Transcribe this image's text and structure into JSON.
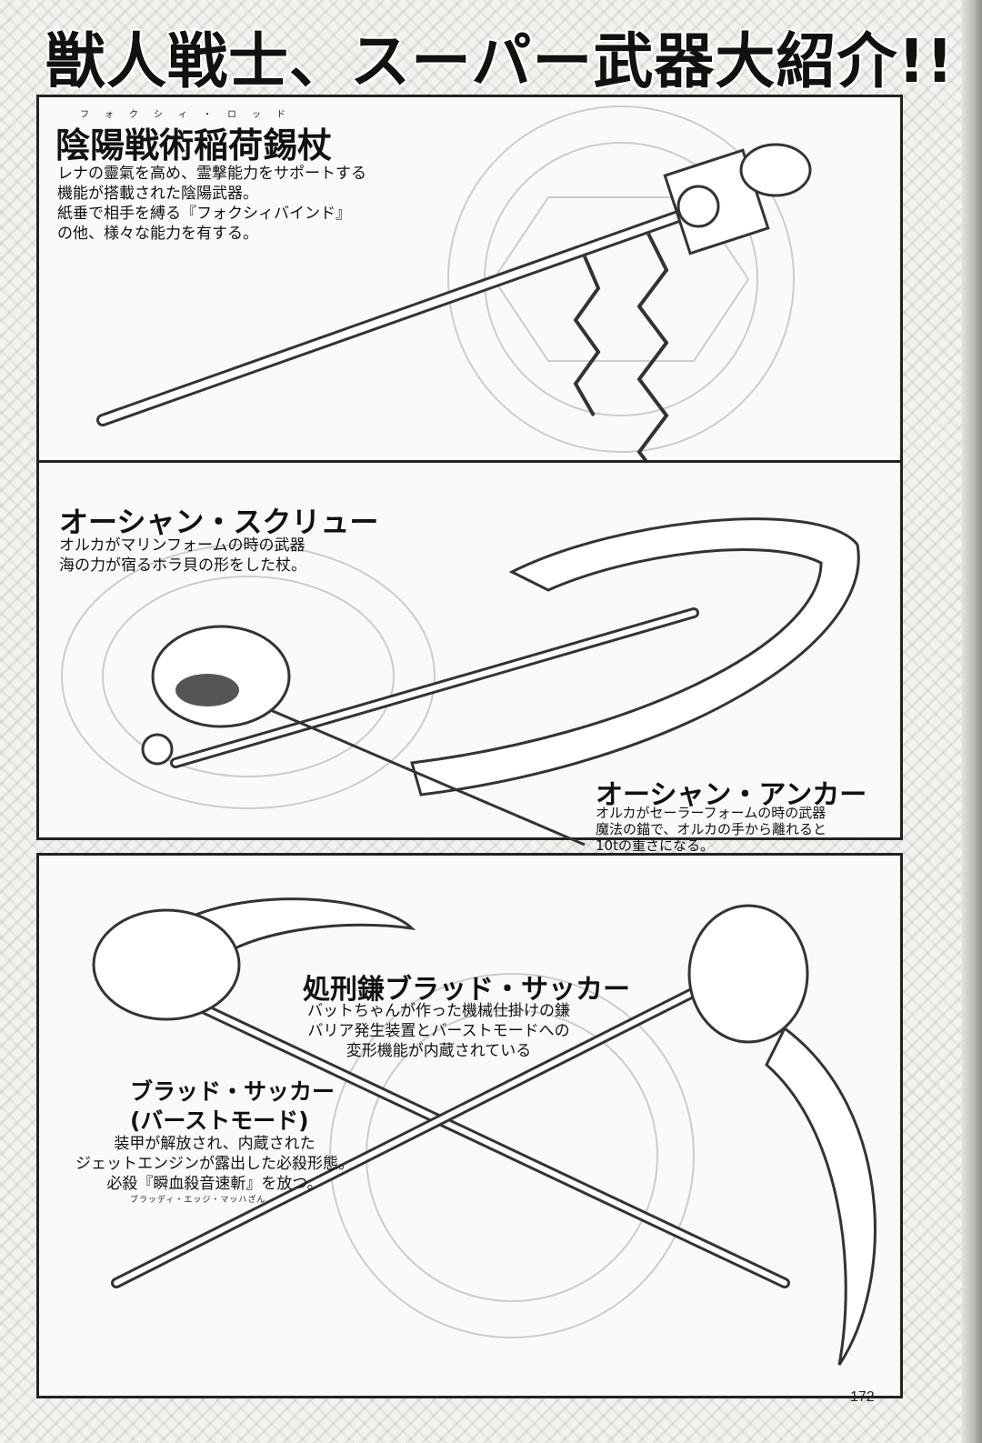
{
  "page_title": "獣人戦士、スーパー武器大紹介!!",
  "page_number": "172",
  "weapons": [
    {
      "ruby": "フォクシィ・ロッド",
      "name": "陰陽戦術稲荷錫杖",
      "description": "レナの靈氣を高め、霊撃能力をサポートする\n機能が搭載された陰陽武器。\n紙垂で相手を縛る『フォクシィバインド』\nの他、様々な能力を有する。"
    },
    {
      "name": "オーシャン・スクリュー",
      "description": "オルカがマリンフォームの時の武器\n海の力が宿るホラ貝の形をした杖。"
    },
    {
      "name": "オーシャン・アンカー",
      "description": "オルカがセーラーフォームの時の武器\n魔法の錨で、オルカの手から離れると\n10tの重さになる。"
    },
    {
      "name": "処刑鎌ブラッド・サッカー",
      "description": "バットちゃんが作った機械仕掛けの鎌\nバリア発生装置とバーストモードへの\n変形機能が内蔵されている"
    },
    {
      "name_line1": "ブラッド・サッカー",
      "name_line2": "(バーストモード)",
      "ruby": "ブラッディ・エッジ・マッハざん",
      "description": "装甲が解放され、内蔵された\nジェットエンジンが露出した必殺形態。\n必殺『瞬血殺音速斬』を放つ。"
    }
  ]
}
